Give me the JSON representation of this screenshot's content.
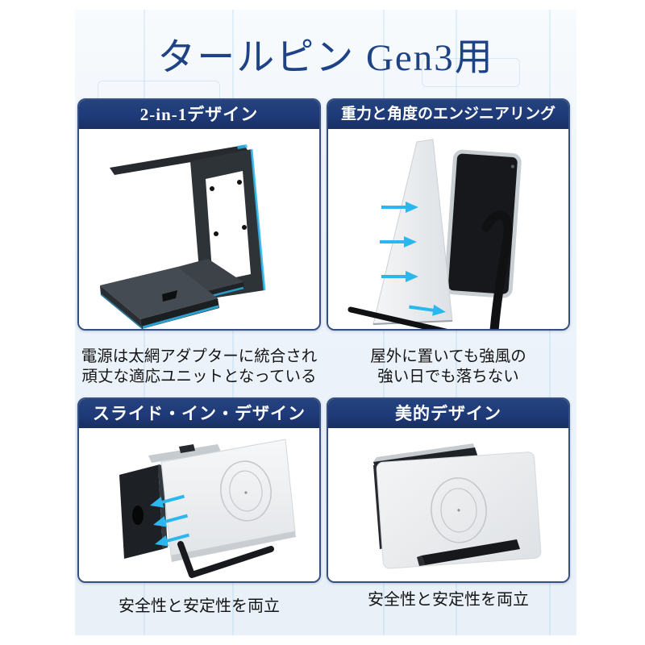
{
  "page": {
    "title": "タールピン Gen3用"
  },
  "colors": {
    "header_navy": "#1e3a78",
    "title_blue": "#1d4386",
    "accent_cyan": "#2fb9ee",
    "panel_background": "#edf3fa",
    "card_border": "#35507e",
    "caption_text": "#141414",
    "product_black": "#24272b",
    "product_white": "#f2f4f5"
  },
  "cards": [
    {
      "header": "2-in-1デザイン",
      "caption_lines": [
        "電源は太網アダプターに統合され",
        "頑丈な適応ユニットとなっている"
      ],
      "image": "wall-bracket-2in1-photo"
    },
    {
      "header": "重力と角度のエンジニアリング",
      "caption_lines": [
        "屋外に置いても強風の",
        "強い日でも落ちない"
      ],
      "image": "wind-resistance-photo"
    },
    {
      "header": "スライド・イン・デザイン",
      "caption_lines": [
        "安全性と安定性を両立"
      ],
      "image": "slide-in-adapter-photo"
    },
    {
      "header": "美的デザイン",
      "caption_lines": [
        "安全性と安定性を両立"
      ],
      "image": "mounted-adapter-photo"
    }
  ]
}
